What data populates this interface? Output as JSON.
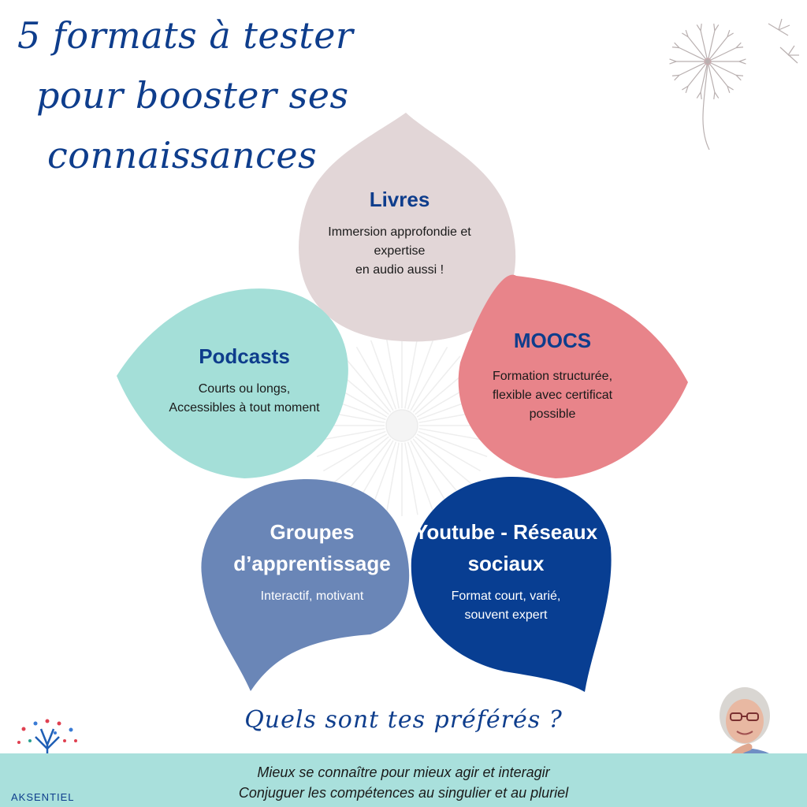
{
  "title": {
    "line1": "5 formats à tester",
    "line2": "pour booster ses",
    "line3": "connaissances"
  },
  "petals": [
    {
      "title": "Livres",
      "desc": [
        "Immersion approfondie et",
        "expertise",
        "en audio aussi !"
      ],
      "color": "#e2d6d7",
      "text_color": "#0e3d8c"
    },
    {
      "title": "MOOCS",
      "desc": [
        "Formation structurée,",
        "flexible avec certificat",
        "possible"
      ],
      "color": "#e8848a",
      "text_color": "#0e3d8c"
    },
    {
      "title": "Podcasts",
      "desc": [
        "Courts ou longs,",
        "Accessibles à tout moment"
      ],
      "color": "#a4dfd8",
      "text_color": "#0e3d8c"
    },
    {
      "title": "Groupes d’apprentissage",
      "desc": [
        "Interactif, motivant"
      ],
      "color": "#6a86b7",
      "text_color": "#ffffff"
    },
    {
      "title": "Youtube - Réseaux sociaux",
      "desc": [
        "Format court, varié,",
        "souvent expert"
      ],
      "color": "#083e92",
      "text_color": "#ffffff"
    }
  ],
  "question": "Quels sont tes préférés ?",
  "footer": {
    "line1": "Mieux se connaître pour mieux agir et interagir",
    "line2": "Conjuguer les compétences au singulier et au pluriel",
    "background": "#a9e0dc"
  },
  "logo": {
    "text": "AKSENTIEL",
    "icon": "tree-hands-icon"
  },
  "decor": {
    "dandelion_icon": "dandelion-icon",
    "avatar_icon": "avatar"
  },
  "accent_color": "#0e3d8c"
}
